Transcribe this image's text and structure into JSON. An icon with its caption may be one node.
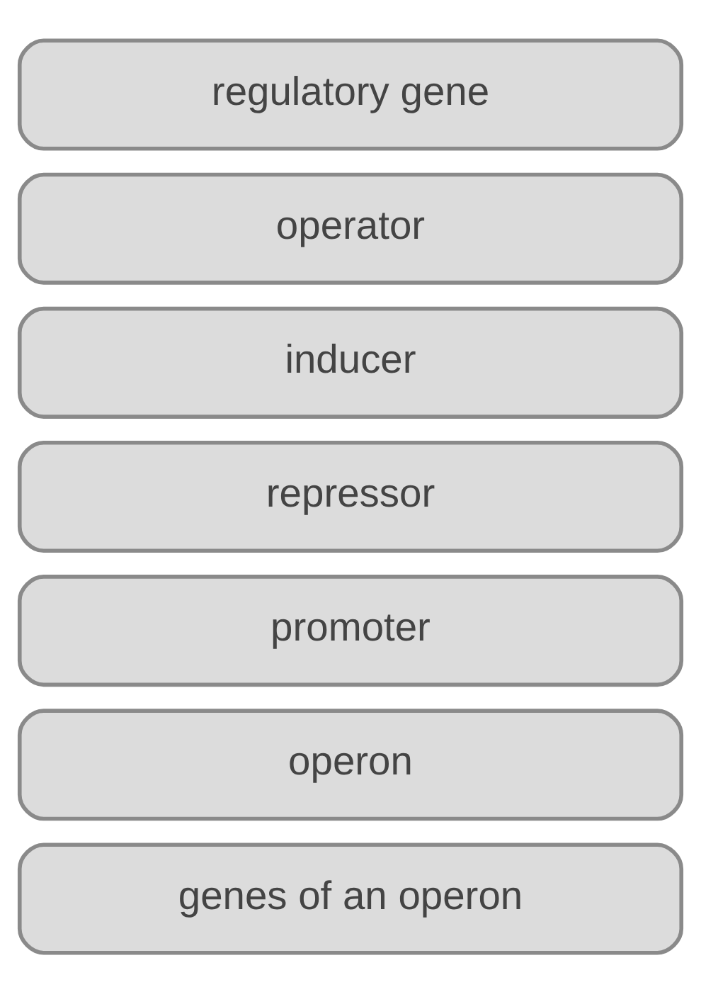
{
  "diagram": {
    "nodes": [
      {
        "text": [
          "regulatory gene"
        ]
      },
      {
        "text": [
          "operator"
        ]
      },
      {
        "text": [
          "inducer"
        ]
      },
      {
        "text": [
          "repressor"
        ]
      },
      {
        "text": [
          "promoter"
        ]
      },
      {
        "text": [
          "operon"
        ]
      },
      {
        "text": [
          "genes of an operon"
        ]
      }
    ]
  }
}
